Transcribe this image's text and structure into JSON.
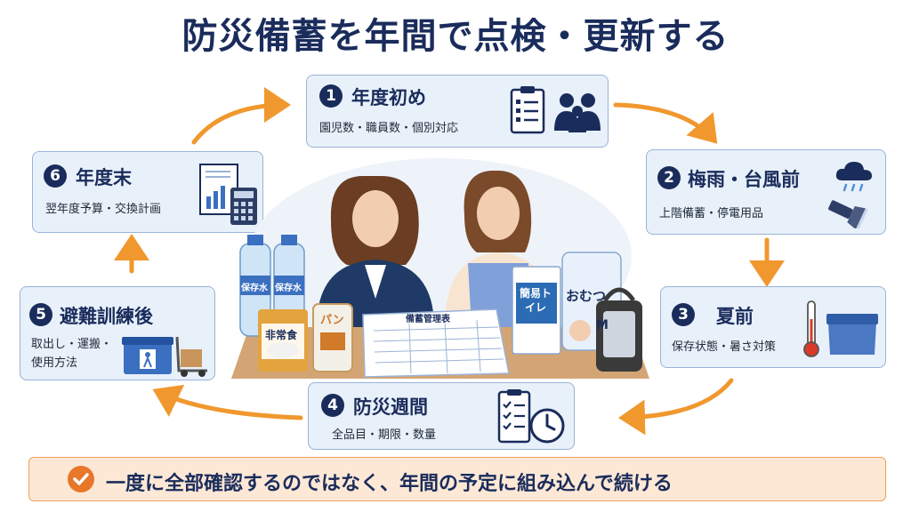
{
  "title": "防災備蓄を年間で点検・更新する",
  "steps": [
    {
      "num": "1",
      "heading": "年度初め",
      "sub": "園児数・職員数・個別対応"
    },
    {
      "num": "2",
      "heading": "梅雨・台風前",
      "sub": "上階備蓄・停電用品"
    },
    {
      "num": "3",
      "heading": "夏前",
      "sub": "保存状態・暑さ対策"
    },
    {
      "num": "4",
      "heading": "防災週間",
      "sub": "全品目・期限・数量"
    },
    {
      "num": "5",
      "heading": "避難訓練後",
      "sub_lines": [
        "取出し・運搬・",
        "使用方法"
      ]
    },
    {
      "num": "6",
      "heading": "年度末",
      "sub": "翌年度予算・交換計画"
    }
  ],
  "center": {
    "sheet_title": "備蓄管理表",
    "water_label": "保存水",
    "food_label": "非常食",
    "bread_label": "パン",
    "toilet_label": "簡易トイレ",
    "diaper_label": "おむつ",
    "diaper_size": "M"
  },
  "banner": "一度に全部確認するのではなく、年間の予定に組み込んで続ける",
  "colors": {
    "navy": "#1a2c5b",
    "card_bg": "#e8f0fa",
    "card_border": "#9ab3d6",
    "arrow": "#f0982e",
    "banner_bg": "#fde8d6"
  }
}
